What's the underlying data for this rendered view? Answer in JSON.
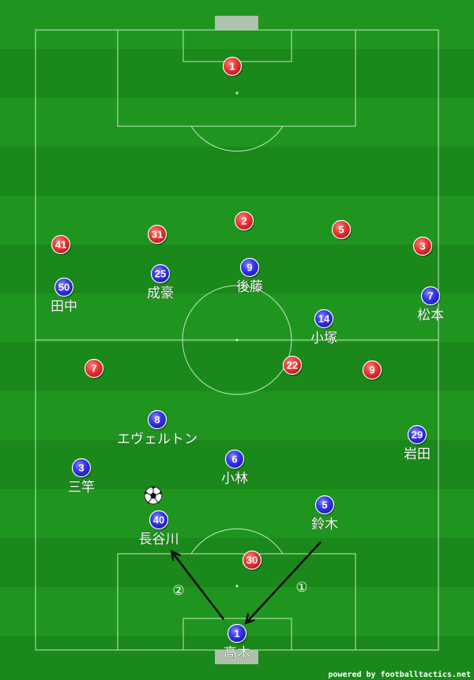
{
  "credit": "powered by footballtactics.net",
  "colors": {
    "home_team": "#3a3aee",
    "away_team": "#ee3b3b",
    "arrow": "#111111",
    "line": "#d9efd9"
  },
  "icons": {
    "ball": "soccer-ball-icon"
  },
  "players_blue": [
    {
      "number": "1",
      "name": "高木"
    },
    {
      "number": "40",
      "name": "長谷川"
    },
    {
      "number": "5",
      "name": "鈴木"
    },
    {
      "number": "3",
      "name": "三竿"
    },
    {
      "number": "6",
      "name": "小林"
    },
    {
      "number": "8",
      "name": "エヴェルトン"
    },
    {
      "number": "29",
      "name": "岩田"
    },
    {
      "number": "14",
      "name": "小塚"
    },
    {
      "number": "50",
      "name": "田中"
    },
    {
      "number": "25",
      "name": "成豪"
    },
    {
      "number": "9",
      "name": "後藤"
    },
    {
      "number": "7",
      "name": "松本"
    }
  ],
  "players_red": [
    {
      "number": "1"
    },
    {
      "number": "2"
    },
    {
      "number": "5"
    },
    {
      "number": "3"
    },
    {
      "number": "41"
    },
    {
      "number": "31"
    },
    {
      "number": "7"
    },
    {
      "number": "22"
    },
    {
      "number": "9"
    },
    {
      "number": "30"
    }
  ],
  "annotations": [
    {
      "label": "①"
    },
    {
      "label": "②"
    }
  ]
}
